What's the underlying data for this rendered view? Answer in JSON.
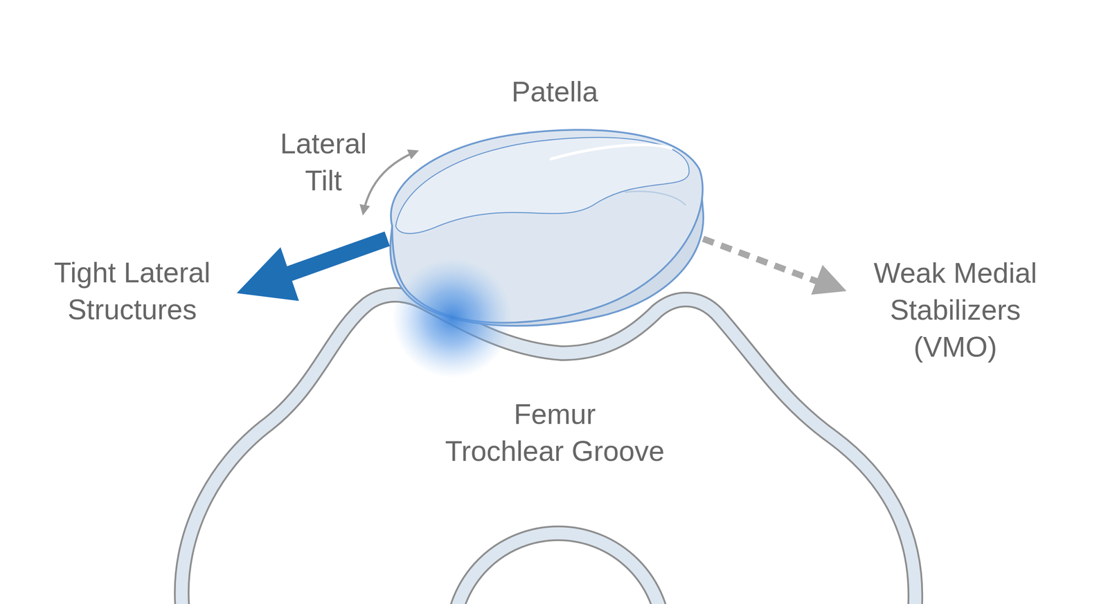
{
  "diagram": {
    "labels": [
      "Patella",
      "Lateral Tilt",
      "Tight Lateral Structures",
      "Weak Medial Stabilizers (VMO)",
      "Femur Trochlear Groove"
    ]
  }
}
